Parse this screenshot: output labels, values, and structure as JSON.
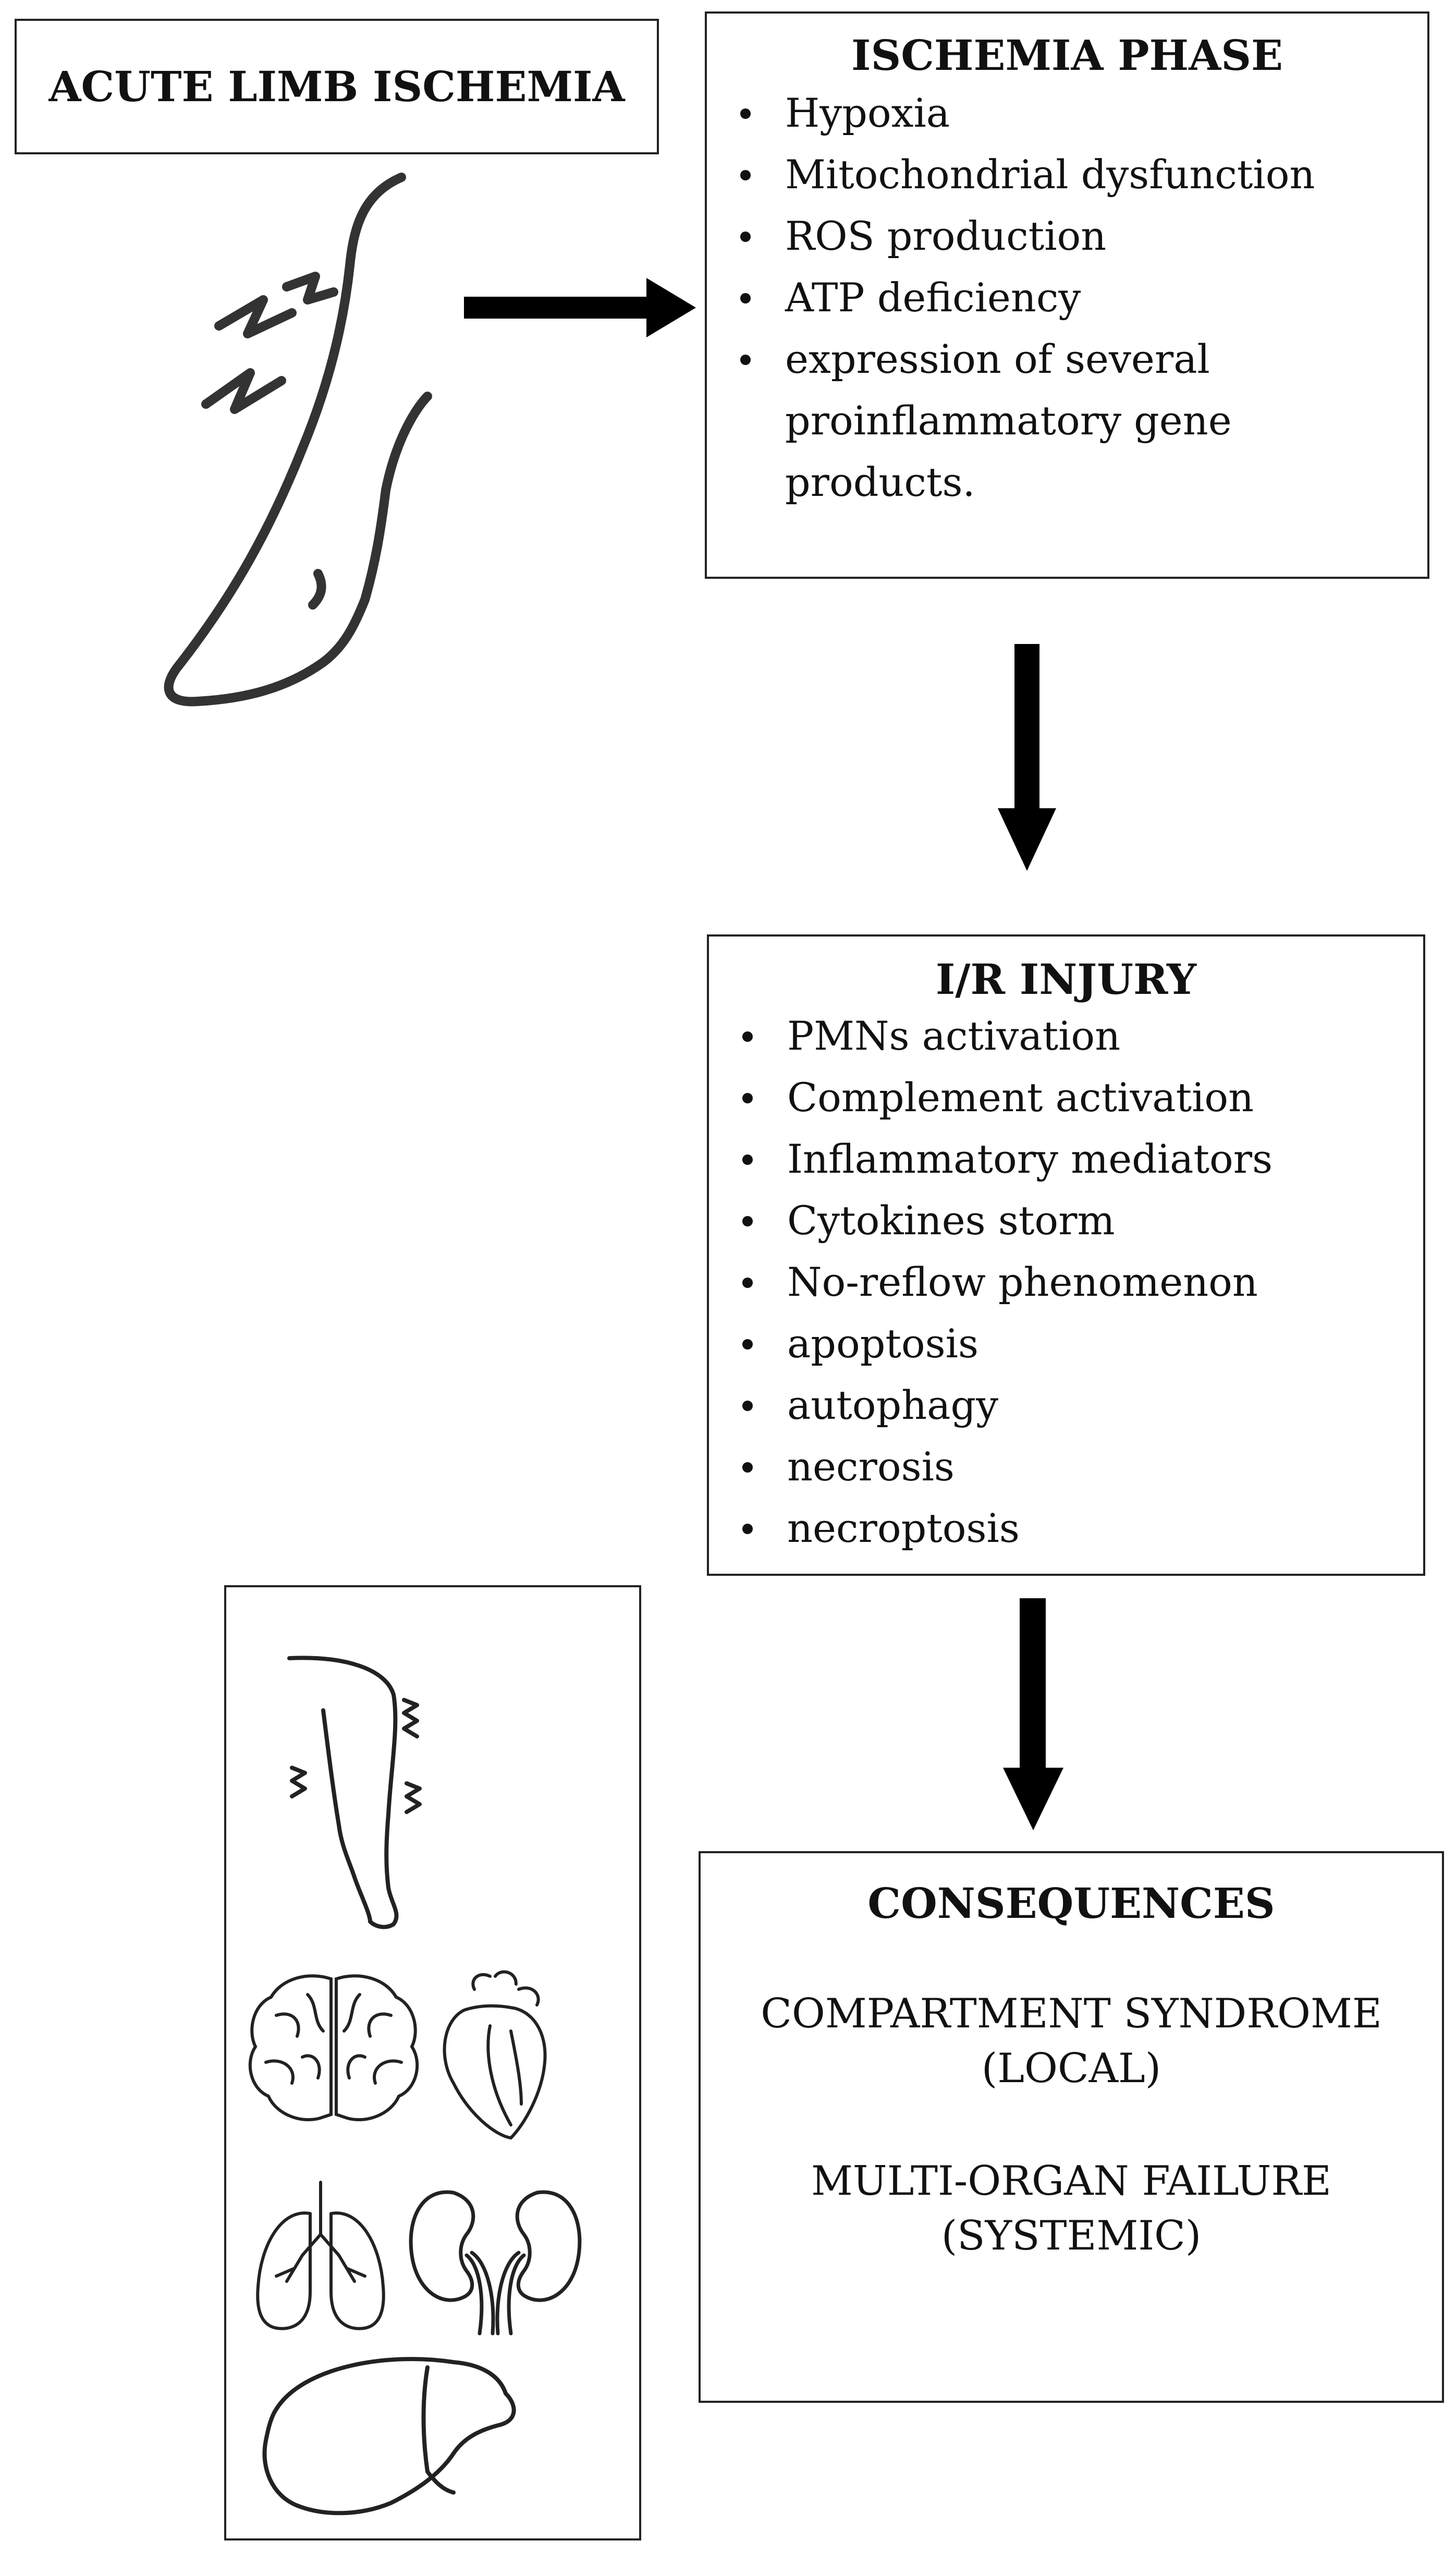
{
  "acute_limb_ischemia": {
    "title": "ACUTE LIMB ISCHEMIA"
  },
  "ischemia_phase": {
    "title": "ISCHEMIA PHASE",
    "items": [
      "Hypoxia",
      "Mitochondrial dysfunction",
      "ROS production",
      "ATP deficiency",
      "expression of several proinflammatory gene products."
    ]
  },
  "ir_injury": {
    "title": "I/R INJURY",
    "items": [
      "PMNs activation",
      "Complement activation",
      "Inflammatory mediators",
      "Cytokines storm",
      "No-reflow phenomenon",
      "apoptosis",
      "autophagy",
      "necrosis",
      "necroptosis"
    ]
  },
  "consequences": {
    "title": "CONSEQUENCES",
    "local_line1": "COMPARTMENT SYNDROME",
    "local_line2": "(LOCAL)",
    "systemic_line1": "MULTI-ORGAN FAILURE",
    "systemic_line2": "(SYSTEMIC)"
  },
  "icons": [
    "painful-leg-icon",
    "leg-swelling-icon",
    "brain-icon",
    "heart-icon",
    "lungs-icon",
    "kidneys-icon",
    "liver-icon"
  ]
}
